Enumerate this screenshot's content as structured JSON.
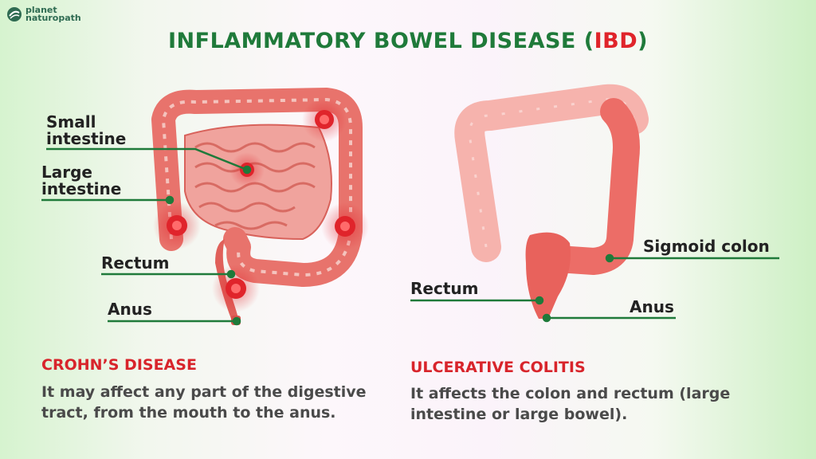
{
  "brand": {
    "line1": "planet",
    "line2": "naturopath"
  },
  "title": {
    "main": "INFLAMMATORY BOWEL DISEASE (",
    "accent": "IBD",
    "end": ")"
  },
  "left_diagram": {
    "labels": {
      "small_intestine_l1": "Small",
      "small_intestine_l2": "intestine",
      "large_intestine_l1": "Large",
      "large_intestine_l2": "intestine",
      "rectum": "Rectum",
      "anus": "Anus"
    }
  },
  "right_diagram": {
    "labels": {
      "sigmoid_colon": "Sigmoid colon",
      "rectum": "Rectum",
      "anus": "Anus"
    }
  },
  "crohns": {
    "heading": "CROHN’S DISEASE",
    "line1": "It may affect any part of the digestive",
    "line2": "tract, from the mouth to the anus."
  },
  "uc": {
    "heading": "ULCERATIVE COLITIS",
    "line1": "It affects the colon and rectum (large",
    "line2": "intestine or large bowel)."
  },
  "colors": {
    "title_green": "#1f7a3a",
    "accent_red": "#e0242b",
    "leader_green": "#1f7a3a",
    "intestine": "#e86a63",
    "intestine_light": "#f6b3ad",
    "inflamed": "#e0242b"
  }
}
